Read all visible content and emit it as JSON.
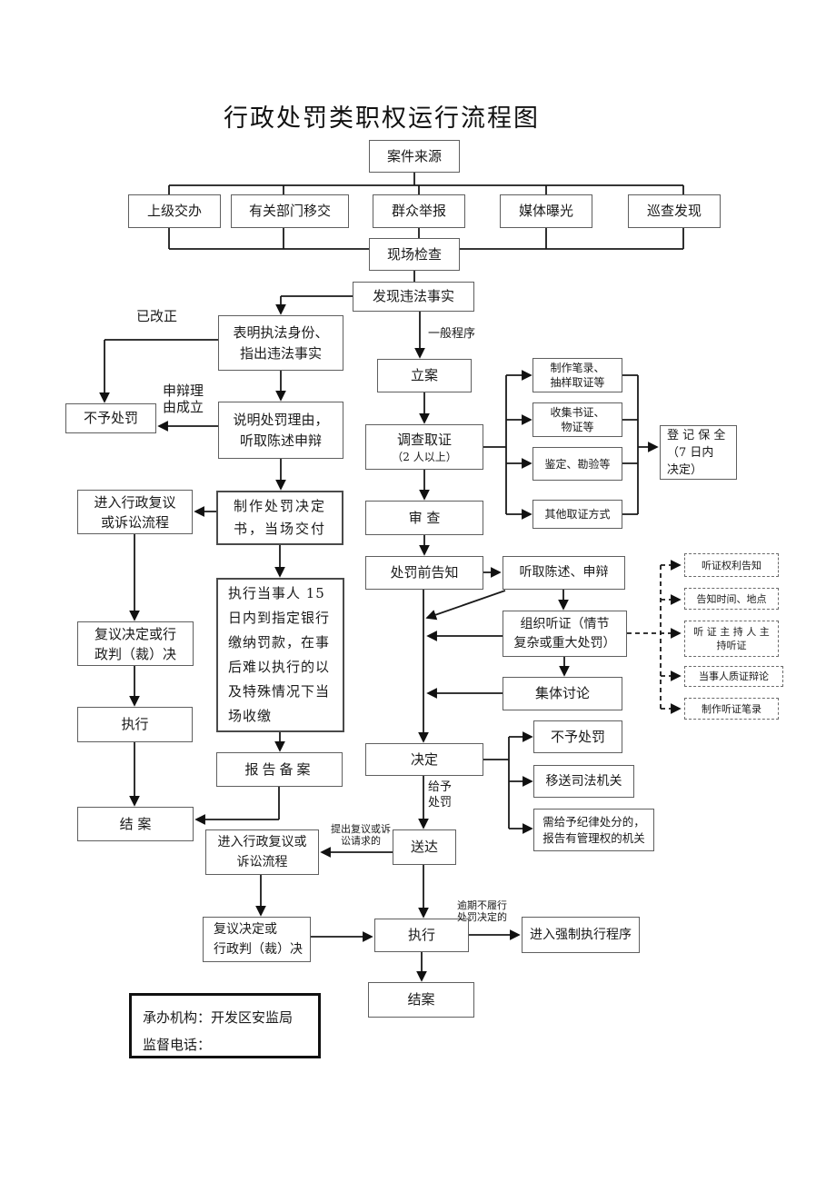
{
  "title": "行政处罚类职权运行流程图",
  "nodes": {
    "case_source": {
      "label": "案件来源"
    },
    "src_superior": {
      "label": "上级交办"
    },
    "src_dept": {
      "label": "有关部门移交"
    },
    "src_public": {
      "label": "群众举报"
    },
    "src_media": {
      "label": "媒体曝光"
    },
    "src_patrol": {
      "label": "巡查发现"
    },
    "onsite_check": {
      "label": "现场检查"
    },
    "discover_fact": {
      "label": "发现违法事实"
    },
    "show_identity": {
      "label": "表明执法身份、\n指出违法事实"
    },
    "explain_reason": {
      "label": "说明处罚理由，\n听取陈述申辩"
    },
    "no_punish_left": {
      "label": "不予处罚"
    },
    "file_case": {
      "label": "立案"
    },
    "investigate": {
      "label": "调查取证",
      "sub": "（2 人以上）"
    },
    "ev_record": {
      "label": "制作笔录、\n抽样取证等"
    },
    "ev_collect": {
      "label": "收集书证、\n物证等"
    },
    "ev_appraise": {
      "label": "鉴定、勘验等"
    },
    "ev_other": {
      "label": "其他取证方式"
    },
    "preserve": {
      "label": "登 记 保 全\n（7 日内\n决定）"
    },
    "review": {
      "label": "审  查"
    },
    "pre_notice": {
      "label": "处罚前告知"
    },
    "hear_statement": {
      "label": "听取陈述、申辩"
    },
    "hearing": {
      "label": "组织听证（情节\n复杂或重大处罚）"
    },
    "group_discuss": {
      "label": "集体讨论"
    },
    "h_rights": {
      "label": "听证权利告知"
    },
    "h_time": {
      "label": "告知时间、地点"
    },
    "h_host": {
      "label": "听 证 主 持 人 主\n持听证"
    },
    "h_debate": {
      "label": "当事人质证辩论"
    },
    "h_transcript": {
      "label": "制作听证笔录"
    },
    "reconsider_left": {
      "label": "进入行政复议\n或诉讼流程"
    },
    "decision_doc": {
      "label": "制作处罚决定\n书，当场交付"
    },
    "review_dec_left": {
      "label": "复议决定或行\n政判（裁）决"
    },
    "exec_party": {
      "label": "执行当事人 15\n日内到指定银行\n缴纳罚款，在事\n后难以执行的以\n及特殊情况下当\n场收缴"
    },
    "execute_left": {
      "label": "执行"
    },
    "report_record": {
      "label": "报告备案"
    },
    "close_left": {
      "label": "结  案"
    },
    "decide": {
      "label": "决定"
    },
    "no_punish_right": {
      "label": "不予处罚"
    },
    "judicial": {
      "label": "移送司法机关"
    },
    "disciplinary": {
      "label": "需给予纪律处分的，\n报告有管理权的机关"
    },
    "deliver": {
      "label": "送达"
    },
    "reconsider2": {
      "label": "进入行政复议或\n诉讼流程"
    },
    "review_dec2": {
      "label": "复议决定或\n行政判（裁）决"
    },
    "execute_bottom": {
      "label": "执行"
    },
    "force_execute": {
      "label": "进入强制执行程序"
    },
    "close_bottom": {
      "label": "结案"
    },
    "agency": {
      "label": "承办机构：开发区安监局\n监督电话："
    }
  },
  "labels": {
    "corrected": "已改正",
    "defense_valid": "申辩理\n由成立",
    "general_procedure": "一般程序",
    "give_punishment": "给予\n处罚",
    "appeal_request": "提出复议或诉\n讼请求的",
    "overdue": "逾期不履行\n处罚决定的"
  },
  "colors": {
    "line": "#1a1a1a",
    "box_border": "#5f5f5f",
    "background": "#ffffff"
  }
}
